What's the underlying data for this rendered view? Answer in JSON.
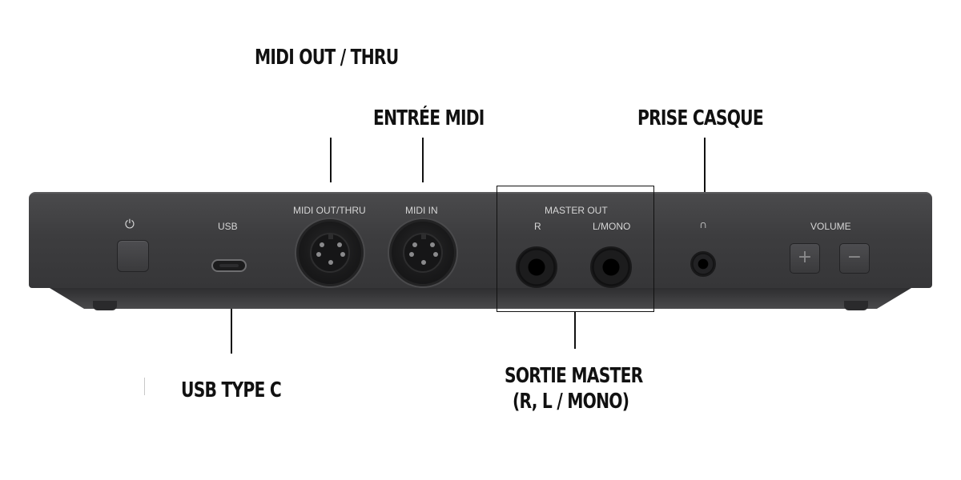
{
  "callouts": {
    "midi_out_thru": "MIDI OUT / THRU",
    "midi_in": "ENTRÉE MIDI",
    "headphone": "PRISE CASQUE",
    "usb": "USB TYPE C",
    "master_line1": "SORTIE MASTER",
    "master_line2": "(R, L / MONO)"
  },
  "panel": {
    "usb_label": "USB",
    "midi_out_label": "MIDI OUT/THRU",
    "midi_in_label": "MIDI IN",
    "master_out_label": "MASTER OUT",
    "r_label": "R",
    "lmono_label": "L/MONO",
    "volume_label": "VOLUME",
    "power_symbol": "⏻",
    "headphone_symbol": "∩",
    "vol_plus": "+",
    "vol_minus": "−"
  },
  "icons": {
    "power": "power-icon",
    "headphone": "headphone-icon",
    "plus": "plus-icon",
    "minus": "minus-icon"
  },
  "colors": {
    "device_body": "#3d3d3f",
    "panel_text": "#d6d6d6",
    "callout_text": "#111111",
    "background": "#ffffff"
  }
}
